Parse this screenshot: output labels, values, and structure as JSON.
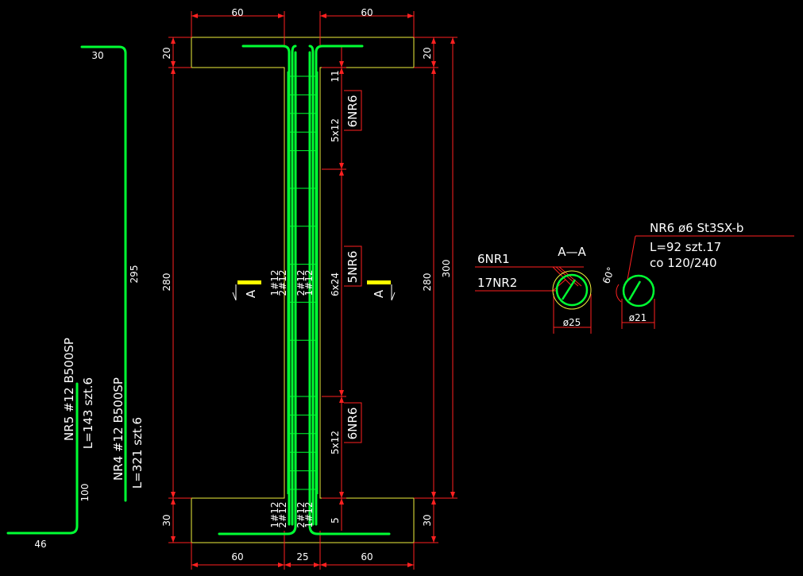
{
  "colors": {
    "background": "#000000",
    "rebar": "#00ff33",
    "dimension": "#ff2020",
    "outline": "#f0ef3c",
    "text": "#ffffff",
    "section_marker": "#ffff00"
  },
  "dims": {
    "top_left_width": "60",
    "top_right_width": "60",
    "bottom_left_width": "60",
    "bottom_gap": "25",
    "bottom_right_width": "60",
    "left_top": "20",
    "left_mid": "280",
    "left_bottom": "30",
    "right_top": "20",
    "right_mid": "280",
    "right_bottom": "30",
    "right_total": "300",
    "bar_dim_top": "30",
    "bar_dim_side": "295",
    "bar_dim_bottom": "46",
    "bar_dim_short": "100",
    "stirrup_gap_top": "11",
    "stirrup_gap_bottom": "5",
    "stirrup_zone_1": "5x12",
    "stirrup_zone_2": "6x24",
    "stirrup_zone_3": "5x12",
    "diameter_section": "ø25",
    "diameter_stirrup": "ø21",
    "hook_angle": "60°"
  },
  "labels": {
    "stirrups_zone_1": "6NR6",
    "stirrups_zone_2": "5NR6",
    "stirrups_zone_3": "6NR6",
    "section_mark": "A",
    "bars_column": "1#12",
    "bars_column_2": "2#12",
    "bars_column_3": "2#12",
    "bars_column_4": "1#12"
  },
  "bar_schedule": {
    "nr5_line1": "NR5   #12   B500SP",
    "nr5_line2": "L=143   szt.6",
    "nr4_line1": "NR4   #12   B500SP",
    "nr4_line2": "L=321   szt.6"
  },
  "section": {
    "title": "A—A",
    "label_1": "6NR1",
    "label_2": "17NR2"
  },
  "stirrup_detail": {
    "line1": "NR6   ø6   St3SX-b",
    "line2": "L=92   szt.17",
    "line3": "co 120/240"
  }
}
